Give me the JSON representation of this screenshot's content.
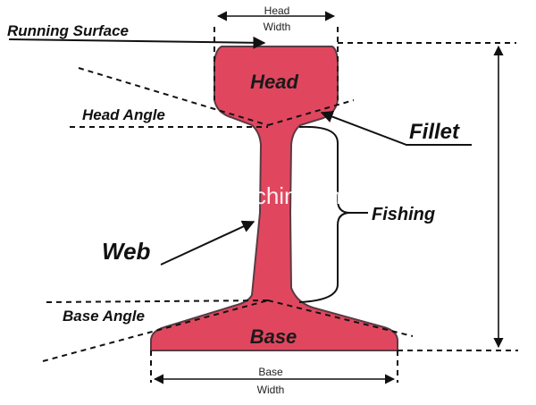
{
  "labels": {
    "running_surface": "Running Surface",
    "head_width_line1": "Head",
    "head_width_line2": "Width",
    "head": "Head",
    "head_angle": "Head Angle",
    "fillet": "Fillet",
    "fishing": "Fishing",
    "web": "Web",
    "base_angle": "Base Angle",
    "base": "Base",
    "base_width_line1": "Base",
    "base_width_line2": "Width"
  },
  "watermark": "trade.china.cn",
  "colors": {
    "rail_fill": "#e0475f",
    "rail_stroke": "#5a3a44",
    "line": "#111111",
    "background": "#ffffff"
  }
}
